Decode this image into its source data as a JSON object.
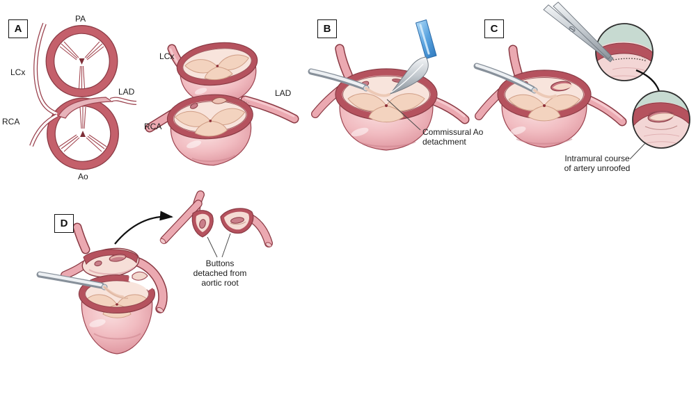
{
  "figure": {
    "panel_letters": {
      "a": "A",
      "b": "B",
      "c": "C",
      "d": "D"
    },
    "panel_a": {
      "schematic": {
        "pa": "PA",
        "lcx": "LCx",
        "lad": "LAD",
        "rca": "RCA",
        "ao": "Ao"
      },
      "root_view": {
        "lcx": "LCx",
        "lad": "LAD",
        "rca": "RCA"
      }
    },
    "panel_b": {
      "annotation": {
        "line1": "Commissural Ao",
        "line2": "detachment"
      }
    },
    "panel_c": {
      "annotation": {
        "line1": "Intramural course",
        "line2": "of artery unroofed"
      }
    },
    "panel_d": {
      "annotation": {
        "line1": "Buttons",
        "line2": "detached from",
        "line3": "aortic root"
      }
    }
  },
  "colors": {
    "outline": "#8a3a44",
    "ring": "#b5525e",
    "ringlight": "#c4606b",
    "vessel": "#eba9b1",
    "vhl": "#f7cfd4",
    "lumen": "#f8e4dc",
    "leaflet": "#f3d3bf",
    "ostium": "#c97f89",
    "sage": "#c7dad1",
    "blue": "#2d77bc",
    "ink": "#1a1a1a",
    "leader": "#4a4a4a"
  }
}
